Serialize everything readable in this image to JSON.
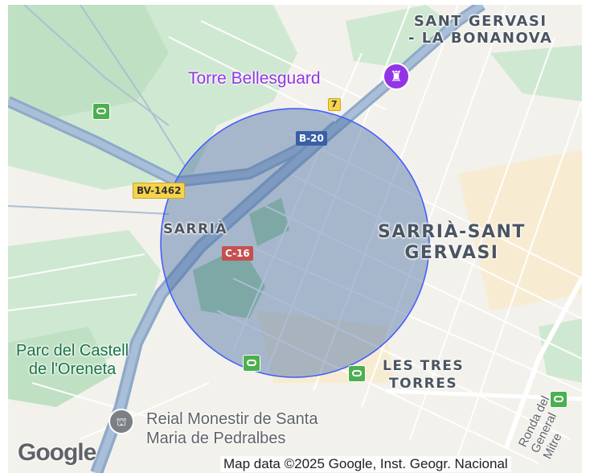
{
  "labels": {
    "sant_gervasi": "SANT GERVASI - LA BONANOVA",
    "sant_gervasi_line1": "SANT GERVASI",
    "sant_gervasi_line2": "- LA BONANOVA",
    "torre": "Torre Bellesguard",
    "sarria": "SARRIÀ",
    "sarria_sant_line1": "SARRIÀ-SANT",
    "sarria_sant_line2": "GERVASI",
    "les_tres_line1": "LES TRES",
    "les_tres_line2": "TORRES",
    "parc_line1": "Parc del Castell",
    "parc_line2": "de l'Oreneta",
    "reial_line1": "Reial Monestir de Santa",
    "reial_line2": "Maria de Pedralbes",
    "ronda": "Ronda del General Mitre"
  },
  "shields": {
    "bv1462": "BV-1462",
    "b20": "B-20",
    "c16": "C-16",
    "seven": "7"
  },
  "logo": "Google",
  "attribution": "Map data ©2025 Google, Inst. Geogr. Nacional",
  "colors": {
    "circle_fill": "#4a6fa5",
    "circle_stroke": "#3d5afe",
    "park": "#c8e6c9",
    "poi_purple": "#9334e6"
  },
  "icons": [
    "tower-icon",
    "monastery-icon",
    "bus-stop-icon"
  ]
}
